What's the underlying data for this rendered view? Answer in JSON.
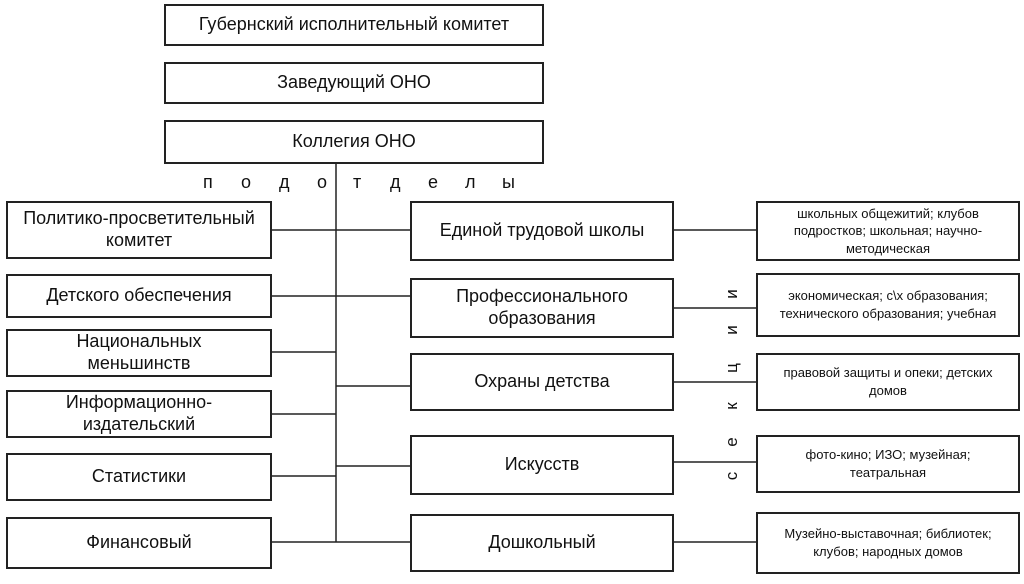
{
  "top": {
    "gubernsky": "Губернский исполнительный комитет",
    "zaveduyushchiy": "Заведующий ОНО",
    "kollegiya": "Коллегия ОНО"
  },
  "podotdely_label": [
    "п",
    "о",
    "д",
    "о",
    "т",
    "д",
    "е",
    "л",
    "ы"
  ],
  "left_subdepartments": [
    "Политико-просветительный комитет",
    "Детского обеспечения",
    "Национальных меньшинств",
    "Информационно-издательский",
    "Статистики",
    "Финансовый"
  ],
  "right_subdepartments": [
    "Единой трудовой школы",
    "Профессионального образования",
    "Охраны детства",
    "Искусств",
    "Дошкольный"
  ],
  "sections_label": [
    "с",
    "е",
    "к",
    "ц",
    "и",
    "и"
  ],
  "sections": [
    "школьных общежитий; клубов подростков; школьная; научно-методическая",
    "экономическая; с\\х образования; технического образования; учебная",
    "правовой защиты и опеки; детских домов",
    "фото-кино; ИЗО; музейная; театральная",
    "Музейно-выставочная; библиотек; клубов; народных домов"
  ]
}
